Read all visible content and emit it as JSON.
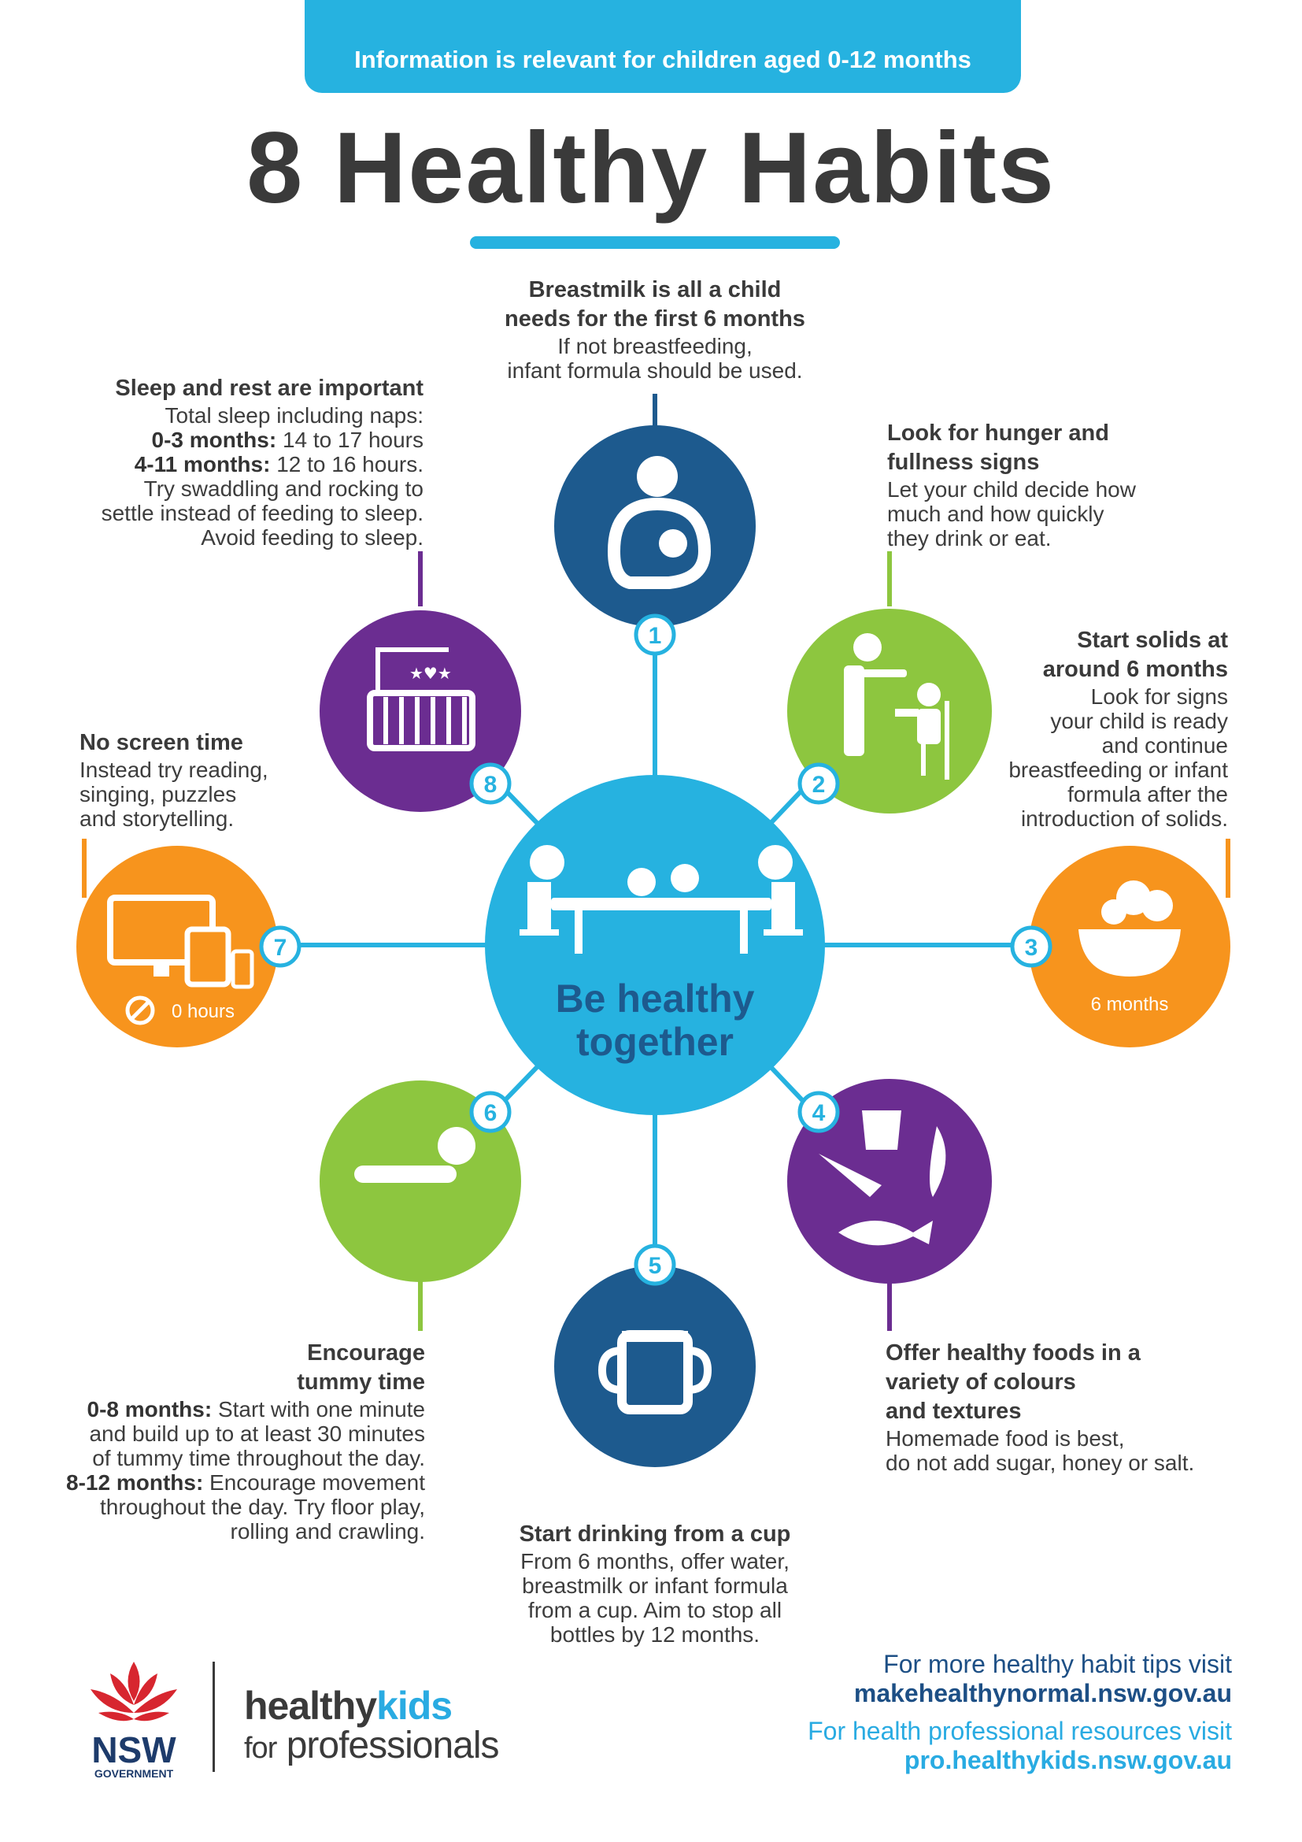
{
  "banner": "Information is relevant for children aged 0-12 months",
  "title": "8 Healthy Habits",
  "center": {
    "line1": "Be healthy",
    "line2": "together"
  },
  "habits": {
    "h1": {
      "num": "1",
      "heading1": "Breastmilk is all a child",
      "heading2": "needs for the first 6 months",
      "body1": "If not breastfeeding,",
      "body2": "infant formula should be used."
    },
    "h2": {
      "num": "2",
      "heading1": "Look for hunger and",
      "heading2": "fullness signs",
      "body1": "Let your child decide how",
      "body2": "much and how quickly",
      "body3": "they drink or eat."
    },
    "h3": {
      "num": "3",
      "heading1": "Start solids at",
      "heading2": "around 6 months",
      "body1": "Look for signs",
      "body2": "your child is ready",
      "body3": "and continue",
      "body4": "breastfeeding or infant",
      "body5": "formula after the",
      "body6": "introduction of solids.",
      "icon_label": "6 months"
    },
    "h4": {
      "num": "4",
      "heading1": "Offer healthy foods in a",
      "heading2": "variety of colours",
      "heading3": "and textures",
      "body1": "Homemade food is best,",
      "body2": "do not add sugar, honey or salt."
    },
    "h5": {
      "num": "5",
      "heading1": "Start drinking from a cup",
      "body1": "From 6 months, offer water,",
      "body2": "breastmilk or infant formula",
      "body3": "from a cup. Aim to stop all",
      "body4": "bottles by 12 months."
    },
    "h6": {
      "num": "6",
      "heading1": "Encourage",
      "heading2": "tummy time",
      "b1_bold": "0-8 months:",
      "b1": " Start with one minute",
      "body2": "and build up to at least 30 minutes",
      "body3": "of tummy time throughout the day.",
      "b4_bold": "8-12 months:",
      "b4": " Encourage movement",
      "body5": "throughout the day. Try floor play,",
      "body6": "rolling and crawling."
    },
    "h7": {
      "num": "7",
      "heading1": "No screen time",
      "body1": "Instead try reading,",
      "body2": "singing, puzzles",
      "body3": "and storytelling.",
      "icon_label": "0 hours"
    },
    "h8": {
      "num": "8",
      "heading1": "Sleep and rest are important",
      "body1": "Total sleep including naps:",
      "b2_bold": "0-3 months:",
      "b2": " 14 to 17 hours",
      "b3_bold": "4-11 months:",
      "b3": " 12 to 16 hours.",
      "body4": "Try swaddling and rocking to",
      "body5": "settle instead of feeding to sleep.",
      "body6": "Avoid feeding to sleep."
    }
  },
  "footer": {
    "line1": "For more healthy habit tips visit",
    "url1": "makehealthynormal.nsw.gov.au",
    "line2": "For health professional resources visit",
    "url2": "pro.healthykids.nsw.gov.au"
  },
  "logos": {
    "nsw": "NSW",
    "nsw_sub": "GOVERNMENT",
    "hk1": "healthy",
    "hk2": "kids",
    "hk3": "for",
    "hk4": "professionals"
  },
  "colors": {
    "cyan": "#26b2e0",
    "navy": "#1d5a8e",
    "green": "#8dc63f",
    "orange": "#f7941d",
    "purple": "#6b2d91",
    "dark_text": "#3a3a3a"
  }
}
